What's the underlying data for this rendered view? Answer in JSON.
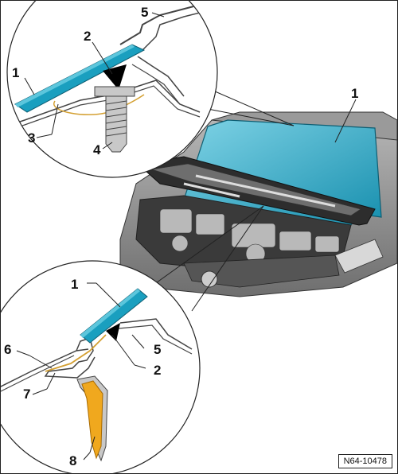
{
  "figure_ref": "N64-10478",
  "callouts": {
    "top": [
      "1",
      "2",
      "3",
      "4",
      "5"
    ],
    "car": [
      "1"
    ],
    "bottom": [
      "1",
      "2",
      "5",
      "6",
      "7",
      "8"
    ]
  },
  "colors": {
    "glass": "#1a9fbf",
    "glass_light": "#5cc6dc",
    "sealant": "#000000",
    "adhesive_line": "#d4a032",
    "seal_strip": "#f0a81e",
    "car_body": "#8f8f8f",
    "metal_part": "#c8c8c8",
    "outline": "#222222"
  }
}
